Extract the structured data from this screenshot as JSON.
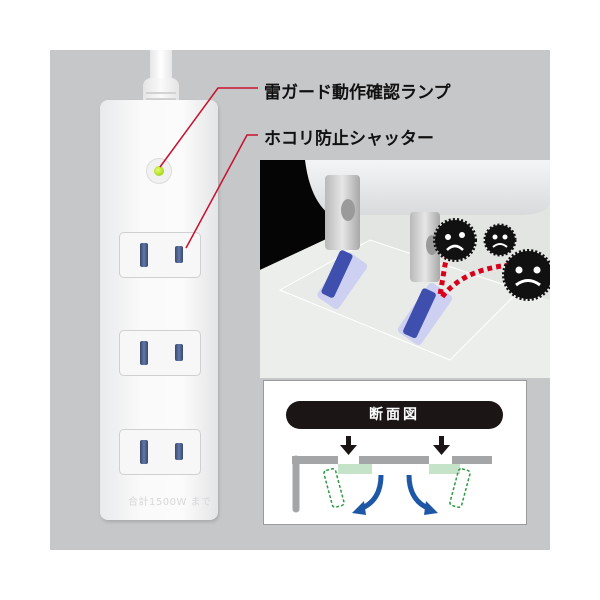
{
  "callouts": {
    "lamp_label": "雷ガード動作確認ランプ",
    "shutter_label": "ホコリ防止シャッター"
  },
  "product": {
    "outlet_count": 3,
    "rating_text": "合計1500W まで",
    "led_color": "#9ad400"
  },
  "diagram": {
    "title": "断面図"
  },
  "colors": {
    "panel_background": "#c6c7c9",
    "callout_line": "#c8102e",
    "dust_path": "#d9001b",
    "arrow_blue": "#1f57a7",
    "shutter_green": "#2e9b45"
  }
}
